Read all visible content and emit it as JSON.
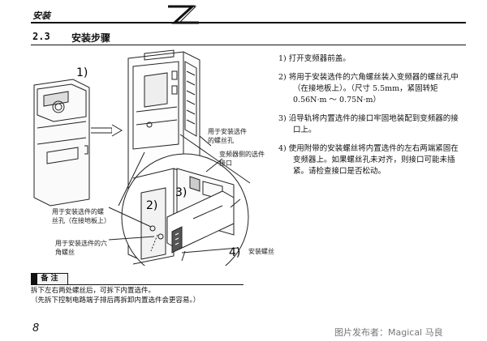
{
  "header": {
    "title": "安装"
  },
  "section": {
    "number": "2.3",
    "title": "安装步骤"
  },
  "steps": [
    "1) 打开变频器前盖。",
    "2) 将用于安装选件的六角螺丝装入变频器的螺丝孔中（在接地板上）。（尺寸 5.5mm，紧固转矩 0.56N·m ～ 0.75N·m）",
    "3) 沿导轨将内置选件的接口牢固地装配到变频器的接口上。",
    "4) 使用附带的安装螺丝将内置选件的左右两端紧固在变频器上。如果螺丝孔未对齐，则接口可能未插紧。请检查接口是否松动。"
  ],
  "figure": {
    "step_labels": [
      "1)",
      "2)",
      "3)",
      "4)"
    ],
    "label_mount_hole": "用于安装选件的螺丝孔",
    "label_inverter_connector": "变频器侧的选件接口",
    "label_mount_hole_ground": "用于安装选件的螺丝孔（在接地板上）",
    "label_hex_screw": "用于安装选件的六角螺丝",
    "label_mount_screw": "安装螺丝"
  },
  "note": {
    "heading": "备 注",
    "line1": "拆下左右两处螺丝后，可拆下内置选件。",
    "line2": "（先拆下控制电路端子排后再拆卸内置选件会更容易。）"
  },
  "footer": {
    "page": "8",
    "watermark": "图片发布者：Magical 马良"
  }
}
